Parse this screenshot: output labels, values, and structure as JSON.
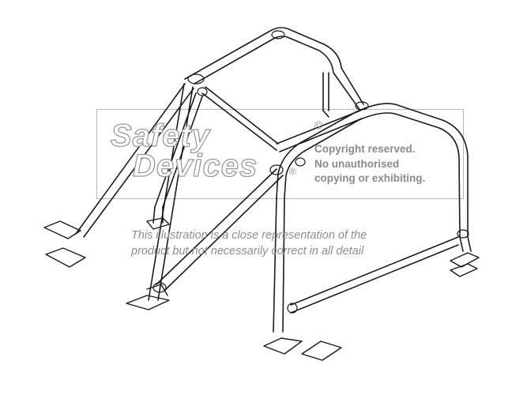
{
  "watermark": {
    "logo_line1": "Safety",
    "logo_line2": "Devices",
    "registered_mark": "®",
    "copyright_mark": "©",
    "copyright_lines": [
      "Copyright reserved.",
      "No unauthorised",
      "copying or exhibiting."
    ]
  },
  "disclaimer": {
    "line1": "This illustration is a close representation of the",
    "line2": "product but not necessarily correct in all detail"
  },
  "colors": {
    "line": "#1a1a1a",
    "watermark": "#8e8e8e",
    "background": "#ffffff"
  }
}
